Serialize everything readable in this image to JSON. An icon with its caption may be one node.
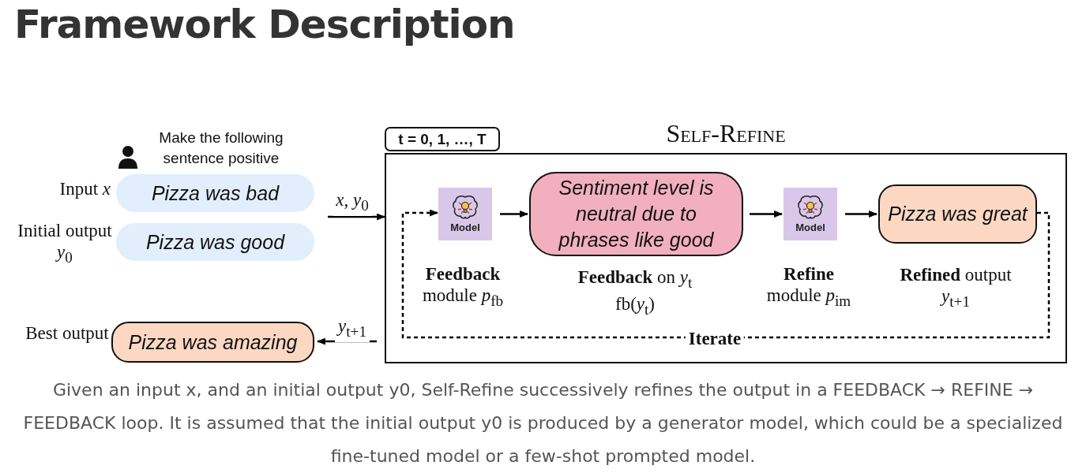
{
  "diagram": {
    "title": "Framework Description",
    "caption": "Given an input x, and an initial output y0, Self-Refine successively refines the output in a FEEDBACK → REFINE → FEEDBACK loop. It is assumed that the initial output y0 is produced by a generator model, which could be a specialized fine-tuned model or a few-shot prompted model.",
    "nodes": [
      {
        "text": [
          "Self-Refine"
        ]
      },
      {
        "text": [
          "t = 0, 1, …, T"
        ]
      },
      {
        "text": [
          "Model"
        ],
        "in": 0,
        "beside": [
          "**Feedback** module *p*$_{fb}$"
        ]
      },
      {
        "text": [
          "Sentiment level is neutral due to phrases like good"
        ],
        "in": 0,
        "beside": [
          "**Feedback** on *y*$_{t}$",
          "fb(*y*$_{t}$)"
        ]
      },
      {
        "text": [
          "Model"
        ],
        "in": 0,
        "beside": [
          "**Refine** module *p*$_{im}$"
        ]
      },
      {
        "text": [
          "Pizza was great"
        ],
        "in": 0,
        "beside": [
          "**Refined** output",
          "*y*$_{t+1}$"
        ]
      },
      {
        "text": [
          "Pizza was bad"
        ],
        "beside": [
          "Input *x*"
        ]
      },
      {
        "text": [
          "Pizza was good"
        ],
        "beside": [
          "Initial output *y*$_{0}$"
        ]
      },
      {
        "text": [
          "Pizza was amazing"
        ],
        "beside": [
          "Best output"
        ]
      }
    ],
    "edges": [
      {
        "from": null,
        "to": 0,
        "arrow": "to",
        "label": "*x*, *y*$_{0}$"
      },
      {
        "from": 2,
        "to": 3,
        "arrow": "to"
      },
      {
        "from": 3,
        "to": 4,
        "arrow": "to"
      },
      {
        "from": 4,
        "to": 5,
        "arrow": "to"
      },
      {
        "from": 5,
        "to": 2,
        "arrow": "to",
        "style": "dashed",
        "label": "Iterate"
      },
      {
        "from": 0,
        "to": 8,
        "arrow": "to",
        "label": "*y*$_{t+1}$"
      }
    ],
    "labels": [
      "Make the following sentence positive"
    ]
  }
}
